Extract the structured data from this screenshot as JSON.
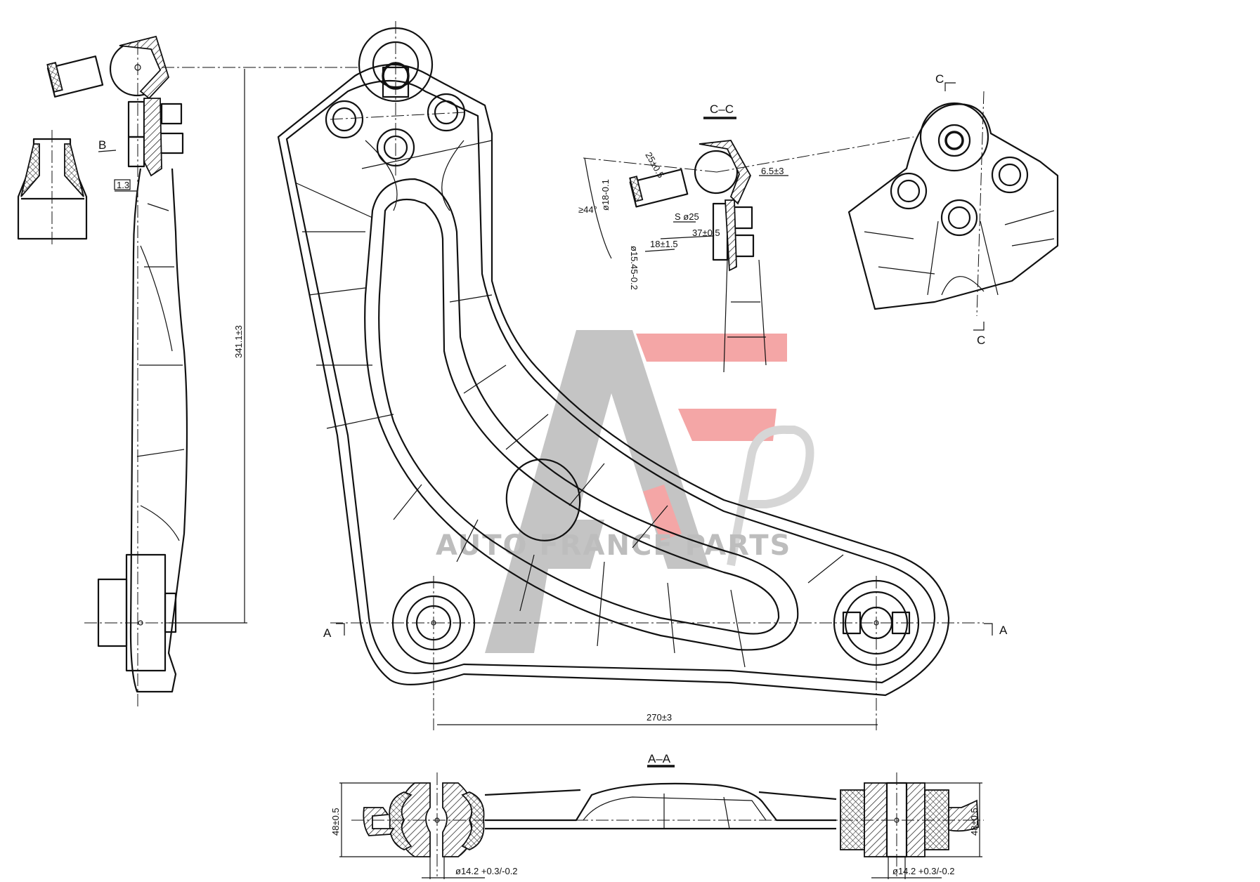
{
  "drawing": {
    "section_cc_title": "C–C",
    "section_aa_title": "A–A",
    "section_markers": {
      "a_left": "A",
      "a_right": "A",
      "c_top": "C",
      "c_bottom": "C",
      "b_view": "B"
    },
    "dimensions": {
      "overall_height": "341.1±3",
      "bushing_spacing": "270±3",
      "flatness_box": "1.3",
      "cc_angle": "25±0.5",
      "cc_offset": "6.5±3",
      "cc_diameter_stud": "ø18-0.1",
      "cc_cone_angle": "≥44°",
      "cc_diameter_taper": "ø15.45-0.2",
      "cc_sphere": "S ø25",
      "cc_length_1": "37±0.5",
      "cc_length_2": "18±1.5",
      "aa_height_left": "48±0.5",
      "aa_height_right": "48±0.5",
      "aa_bore_left": "ø14.2 +0.3/-0.2",
      "aa_bore_right": "ø14.2 +0.3/-0.2"
    }
  },
  "watermark": {
    "text": "AUTO FRANCE PARTS",
    "logo_letters": "AFP",
    "colors": {
      "gray": "#bdbdbd",
      "red": "#f4a6a6"
    }
  }
}
